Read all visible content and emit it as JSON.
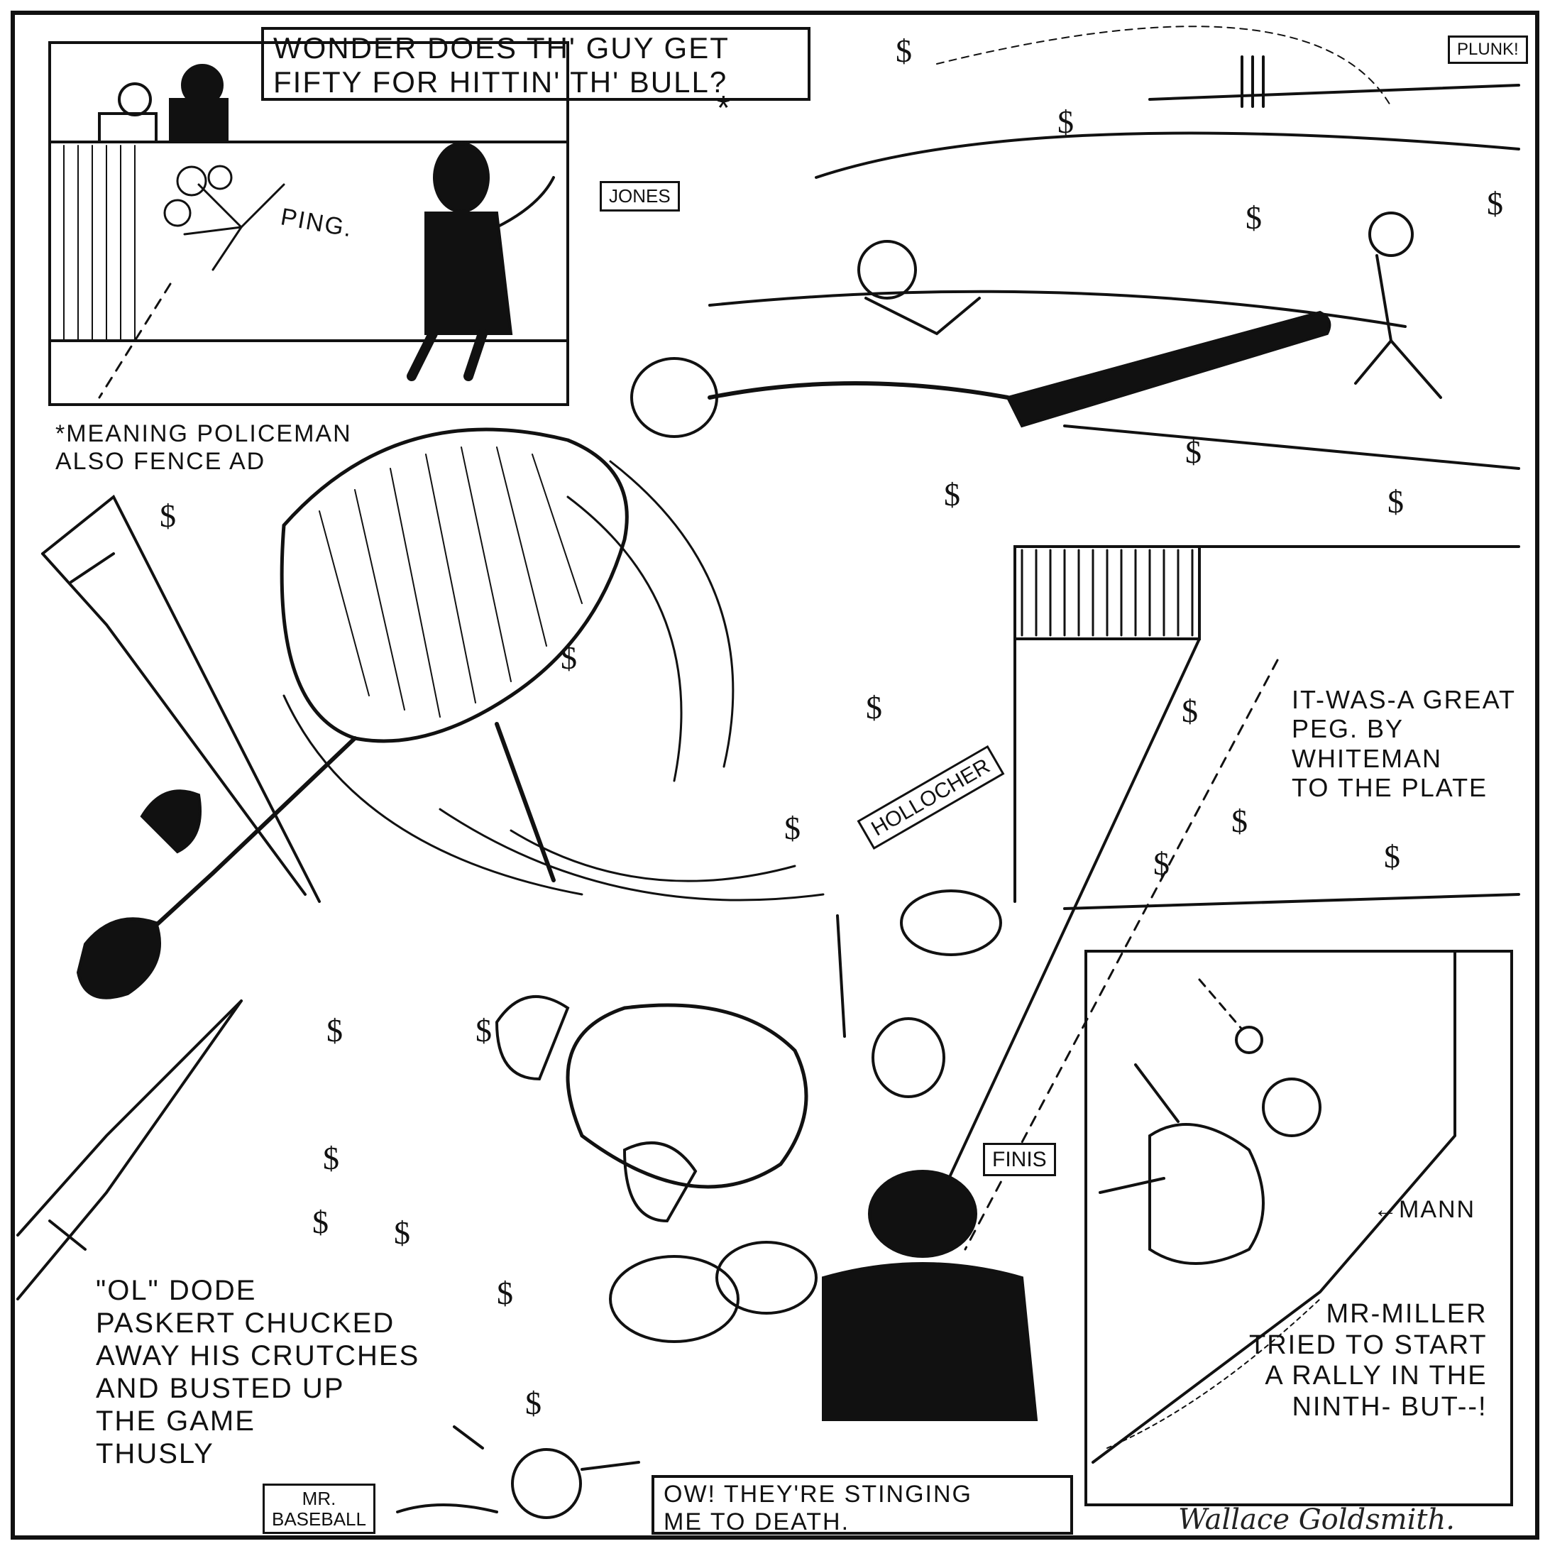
{
  "captions": {
    "wonder_balloon": "WONDER DOES TH' GUY GET\nFIFTY FOR HITTIN' TH' BULL?",
    "footnote": "*MEANING POLICEMAN\nALSO FENCE AD",
    "great_peg": "IT-WAS-A GREAT\nPEG. BY WHITEMAN\nTO THE PLATE",
    "ol_dode": "\"OL\" DODE\nPASKERT CHUCKED\nAWAY HIS CRUTCHES\nAND BUSTED UP\nTHE GAME\nTHUSLY",
    "mr_miller": "MR-MILLER\nTRIED TO START\nA RALLY IN THE\nNINTH- BUT--!",
    "stinging_balloon": "OW! THEY'RE STINGING\nME TO DEATH."
  },
  "labels": {
    "jones": "JONES",
    "hollocher": "HOLLOCHER",
    "plunk": "PLUNK!",
    "ping": "PING.",
    "finis": "FINIS",
    "mann": "←MANN",
    "mr_baseball": "MR.\nBASEBALL",
    "asterisk": "*"
  },
  "dollar_sign": "$",
  "signature": "Wallace Goldsmith."
}
